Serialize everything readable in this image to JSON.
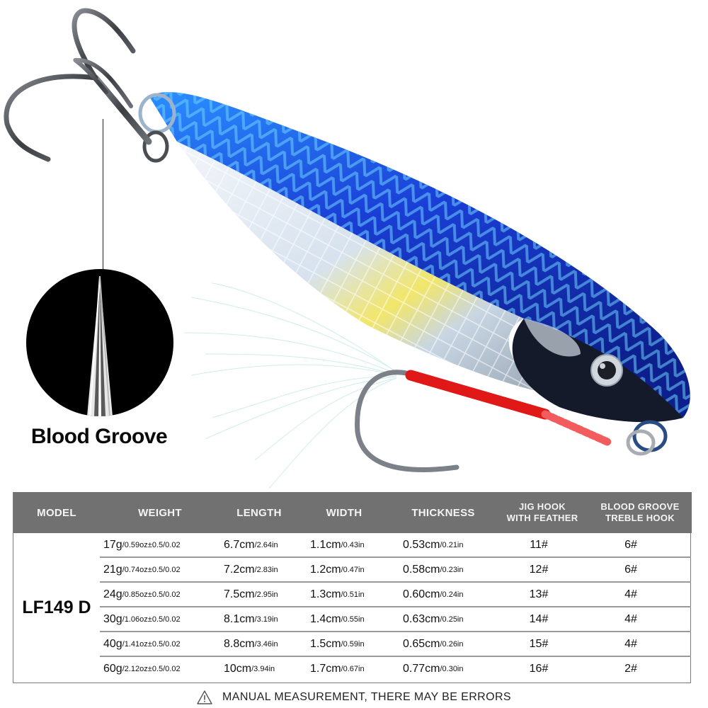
{
  "product": {
    "image_alt": "Blue metal jig fishing lure with treble hook and feather-dressed assist hook",
    "callout": {
      "label": "Blood Groove",
      "icon": "hook-point-closeup"
    }
  },
  "colors": {
    "body_blue": "#1a3fd6",
    "body_light_blue": "#2fa4ff",
    "belly_silver": "#dfe6ee",
    "accent_red": "#e01818",
    "hook_metal": "#4a4d52",
    "table_header_bg": "#717171",
    "table_header_text": "#f4f4f4",
    "row_divider": "#9a9a9a"
  },
  "table": {
    "headers": {
      "model": "MODEL",
      "weight": "WEIGHT",
      "length": "LENGTH",
      "width": "WIDTH",
      "thickness": "THICKNESS",
      "jig_hook_line1": "JIG HOOK",
      "jig_hook_line2": "WITH FEATHER",
      "treble_line1": "BLOOD GROOVE",
      "treble_line2": "TREBLE HOOK"
    },
    "model": "LF149 D",
    "rows": [
      {
        "weight_main": "17g",
        "weight_sub": "/0.59oz±0.5/0.02",
        "length_main": "6.7cm",
        "length_sub": "/2.64in",
        "width_main": "1.1cm",
        "width_sub": "/0.43in",
        "thickness_main": "0.53cm",
        "thickness_sub": "/0.21in",
        "jig_hook": "11#",
        "treble_hook": "6#"
      },
      {
        "weight_main": "21g",
        "weight_sub": "/0.74oz±0.5/0.02",
        "length_main": "7.2cm",
        "length_sub": "/2.83in",
        "width_main": "1.2cm",
        "width_sub": "/0.47in",
        "thickness_main": "0.58cm",
        "thickness_sub": "/0.23in",
        "jig_hook": "12#",
        "treble_hook": "6#"
      },
      {
        "weight_main": "24g",
        "weight_sub": "/0.85oz±0.5/0.02",
        "length_main": "7.5cm",
        "length_sub": "/2.95in",
        "width_main": "1.3cm",
        "width_sub": "/0.51in",
        "thickness_main": "0.60cm",
        "thickness_sub": "/0.24in",
        "jig_hook": "13#",
        "treble_hook": "4#"
      },
      {
        "weight_main": "30g",
        "weight_sub": "/1.06oz±0.5/0.02",
        "length_main": "8.1cm",
        "length_sub": "/3.19in",
        "width_main": "1.4cm",
        "width_sub": "/0.55in",
        "thickness_main": "0.63cm",
        "thickness_sub": "/0.25in",
        "jig_hook": "14#",
        "treble_hook": "4#"
      },
      {
        "weight_main": "40g",
        "weight_sub": "/1.41oz±0.5/0.02",
        "length_main": "8.8cm",
        "length_sub": "/3.46in",
        "width_main": "1.5cm",
        "width_sub": "/0.59in",
        "thickness_main": "0.65cm",
        "thickness_sub": "/0.26in",
        "jig_hook": "15#",
        "treble_hook": "4#"
      },
      {
        "weight_main": "60g",
        "weight_sub": "/2.12oz±0.5/0.02",
        "length_main": "10cm",
        "length_sub": "/3.94in",
        "width_main": "1.7cm",
        "width_sub": "/0.67in",
        "thickness_main": "0.77cm",
        "thickness_sub": "/0.30in",
        "jig_hook": "16#",
        "treble_hook": "2#"
      }
    ]
  },
  "footer": {
    "warning_icon": "warning-triangle-icon",
    "warning_text": "MANUAL MEASUREMENT, THERE MAY BE ERRORS"
  }
}
